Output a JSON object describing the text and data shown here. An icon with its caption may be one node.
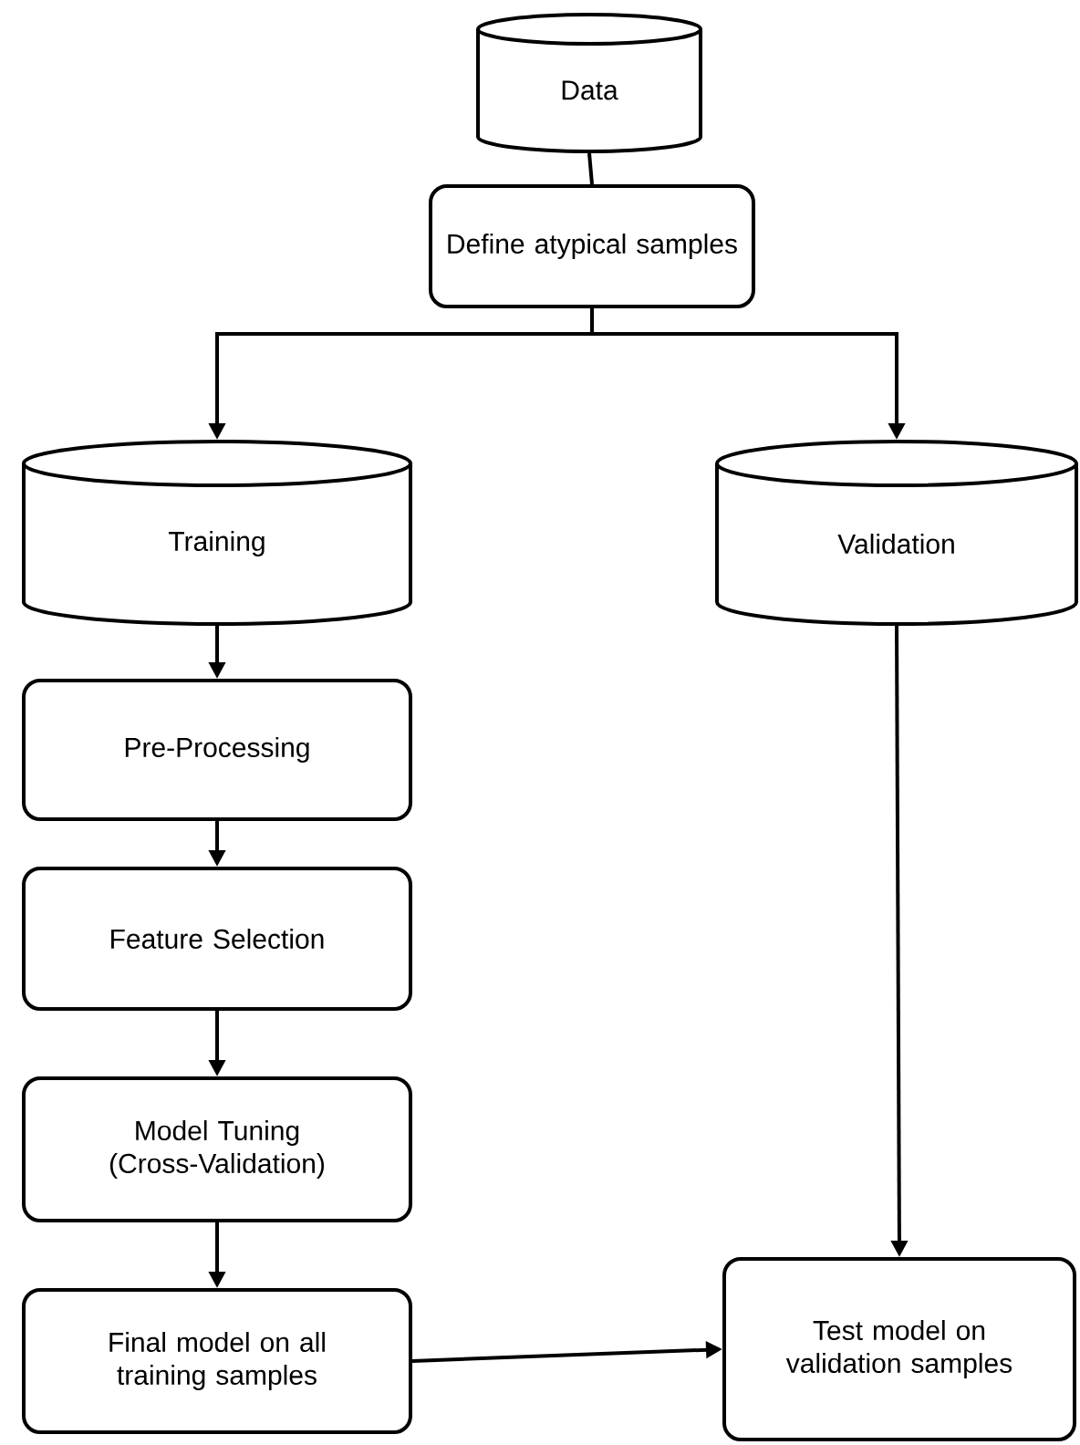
{
  "diagram": {
    "nodes": [
      {
        "text": [
          "Data"
        ]
      },
      {
        "text": [
          "Define atypical samples"
        ]
      },
      {
        "text": [
          "Training"
        ]
      },
      {
        "text": [
          "Validation"
        ]
      },
      {
        "text": [
          "Pre-Processing"
        ]
      },
      {
        "text": [
          "Feature Selection"
        ]
      },
      {
        "text": [
          "Model Tuning (Cross-Validation)"
        ]
      },
      {
        "text": [
          "Final model on all training samples"
        ]
      },
      {
        "text": [
          "Test model on validation samples"
        ]
      }
    ],
    "edges": [
      {
        "from": 0,
        "to": 1,
        "arrow": "none"
      },
      {
        "from": 1,
        "to": 2,
        "arrow": "to"
      },
      {
        "from": 1,
        "to": 3,
        "arrow": "to"
      },
      {
        "from": 2,
        "to": 4,
        "arrow": "to"
      },
      {
        "from": 4,
        "to": 5,
        "arrow": "to"
      },
      {
        "from": 5,
        "to": 6,
        "arrow": "to"
      },
      {
        "from": 6,
        "to": 7,
        "arrow": "to"
      },
      {
        "from": 3,
        "to": 8,
        "arrow": "to"
      },
      {
        "from": 7,
        "to": 8,
        "arrow": "to"
      }
    ]
  }
}
